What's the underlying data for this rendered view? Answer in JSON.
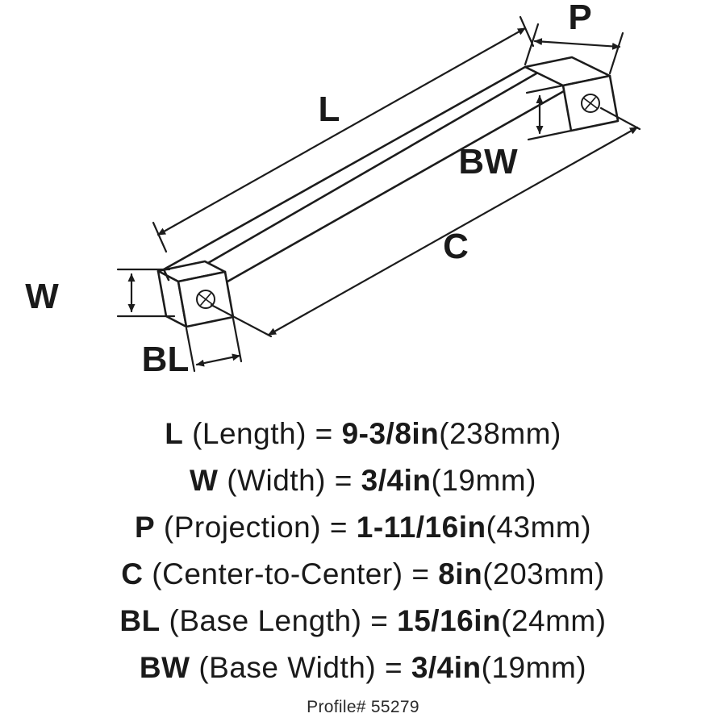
{
  "diagram": {
    "labels": {
      "L": "L",
      "P": "P",
      "BW": "BW",
      "C": "C",
      "W": "W",
      "BL": "BL"
    }
  },
  "specs": {
    "rows": [
      {
        "code": "L",
        "name": "(Length)",
        "equals": "=",
        "value": "9-3/8in",
        "metric": "(238mm)"
      },
      {
        "code": "W",
        "name": "(Width)",
        "equals": "=",
        "value": "3/4in",
        "metric": "(19mm)"
      },
      {
        "code": "P",
        "name": "(Projection)",
        "equals": "=",
        "value": "1-11/16in",
        "metric": "(43mm)"
      },
      {
        "code": "C",
        "name": "(Center-to-Center)",
        "equals": "=",
        "value": "8in",
        "metric": "(203mm)"
      },
      {
        "code": "BL",
        "name": "(Base Length)",
        "equals": "=",
        "value": "15/16in",
        "metric": "(24mm)"
      },
      {
        "code": "BW",
        "name": "(Base Width)",
        "equals": "=",
        "value": "3/4in",
        "metric": "(19mm)"
      }
    ],
    "profile": "Profile# 55279"
  },
  "colors": {
    "line": "#1c1c1c",
    "text": "#1a1a1a",
    "background": "#ffffff"
  }
}
